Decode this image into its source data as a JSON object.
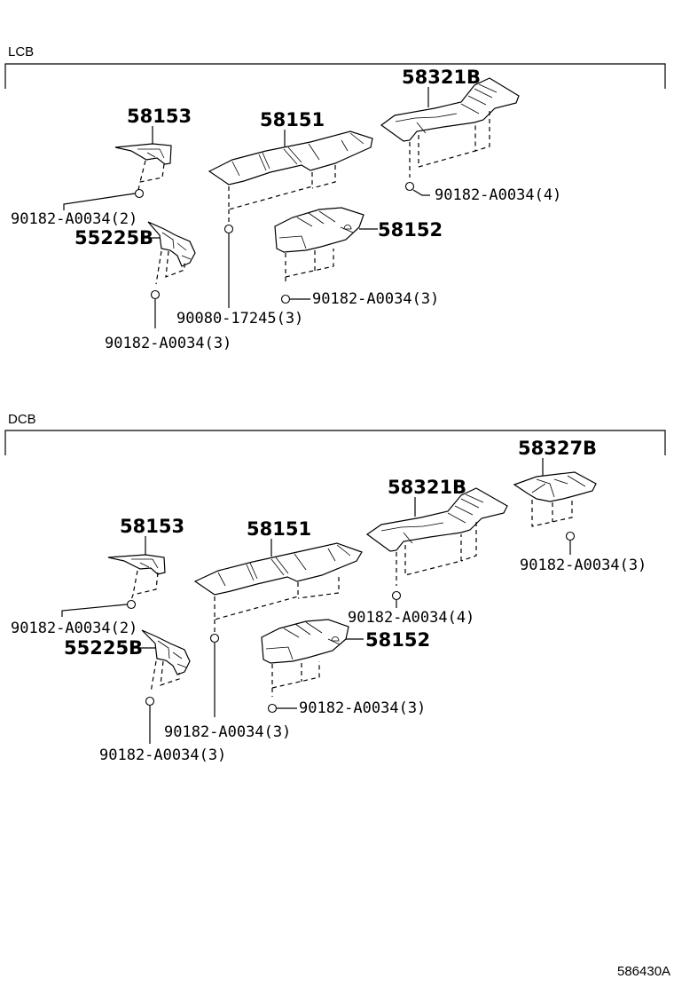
{
  "sections": [
    {
      "title": "LCB",
      "parts": {
        "p58153": "58153",
        "p58151": "58151",
        "p58321B": "58321B",
        "p58152": "58152",
        "p55225B": "55225B"
      },
      "fasteners": {
        "f_58153": "90182-A0034(2)",
        "f_58321B": "90182-A0034(4)",
        "f_58152": "90182-A0034(3)",
        "f_58151": "90080-17245(3)",
        "f_55225B": "90182-A0034(3)"
      }
    },
    {
      "title": "DCB",
      "parts": {
        "p58153": "58153",
        "p58151": "58151",
        "p58321B": "58321B",
        "p58327B": "58327B",
        "p58152": "58152",
        "p55225B": "55225B"
      },
      "fasteners": {
        "f_58153": "90182-A0034(2)",
        "f_58321B": "90182-A0034(4)",
        "f_58327B": "90182-A0034(3)",
        "f_58152": "90182-A0034(3)",
        "f_58151": "90182-A0034(3)",
        "f_55225B": "90182-A0034(3)"
      }
    }
  ],
  "figure_ref": "586430A"
}
